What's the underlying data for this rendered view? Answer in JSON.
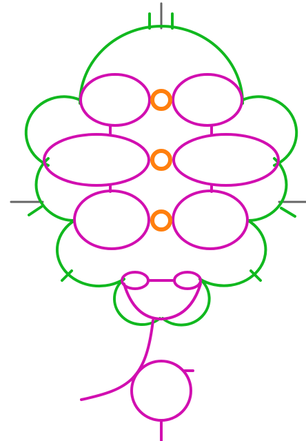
{
  "colors": {
    "background": "#ffffff",
    "outline": "#11b81f",
    "loops": "#d10fb0",
    "beads": "#ff7f0e",
    "threads": "#666666"
  },
  "structure": {
    "bead_count": 3,
    "loop_pairs": 3,
    "small_loop_pair": 1,
    "outline_arcs": 7
  }
}
